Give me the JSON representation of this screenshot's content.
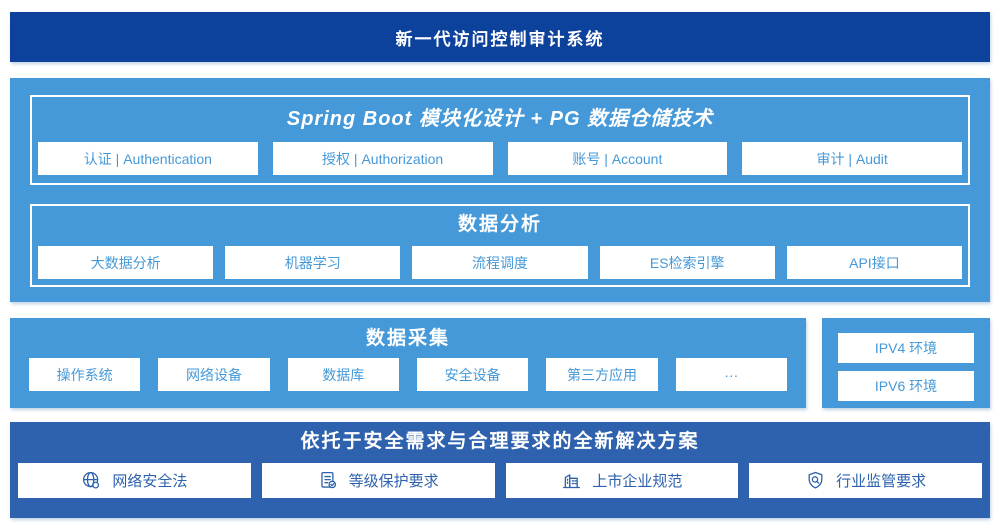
{
  "colors": {
    "header_bg": "#0c419c",
    "panel_light_blue": "#4599d8",
    "panel_dark_blue": "#2e62ae",
    "box_bg": "#ffffff",
    "box_text_light": "#4599d8",
    "box_text_dark": "#2e62ae",
    "title_text": "#ffffff"
  },
  "header": {
    "title": "新一代访问控制审计系统"
  },
  "platform": {
    "modules": {
      "title": "Spring Boot 模块化设计 + PG 数据仓储技术",
      "items": [
        {
          "label": "认证 | Authentication"
        },
        {
          "label": "授权 | Authorization"
        },
        {
          "label": "账号 | Account"
        },
        {
          "label": "审计 | Audit"
        }
      ]
    },
    "analysis": {
      "title": "数据分析",
      "items": [
        {
          "label": "大数据分析"
        },
        {
          "label": "机器学习"
        },
        {
          "label": "流程调度"
        },
        {
          "label": "ES检索引擎"
        },
        {
          "label": "API接口"
        }
      ]
    }
  },
  "collection": {
    "title": "数据采集",
    "items": [
      {
        "label": "操作系统"
      },
      {
        "label": "网络设备"
      },
      {
        "label": "数据库"
      },
      {
        "label": "安全设备"
      },
      {
        "label": "第三方应用"
      },
      {
        "label": "···"
      }
    ]
  },
  "environments": {
    "items": [
      {
        "label": "IPV4 环境"
      },
      {
        "label": "IPV6 环境"
      }
    ]
  },
  "solution": {
    "title": "依托于安全需求与合理要求的全新解决方案",
    "items": [
      {
        "label": "网络安全法",
        "icon": "globe-icon"
      },
      {
        "label": "等级保护要求",
        "icon": "document-check-icon"
      },
      {
        "label": "上市企业规范",
        "icon": "building-icon"
      },
      {
        "label": "行业监管要求",
        "icon": "shield-search-icon"
      }
    ]
  }
}
